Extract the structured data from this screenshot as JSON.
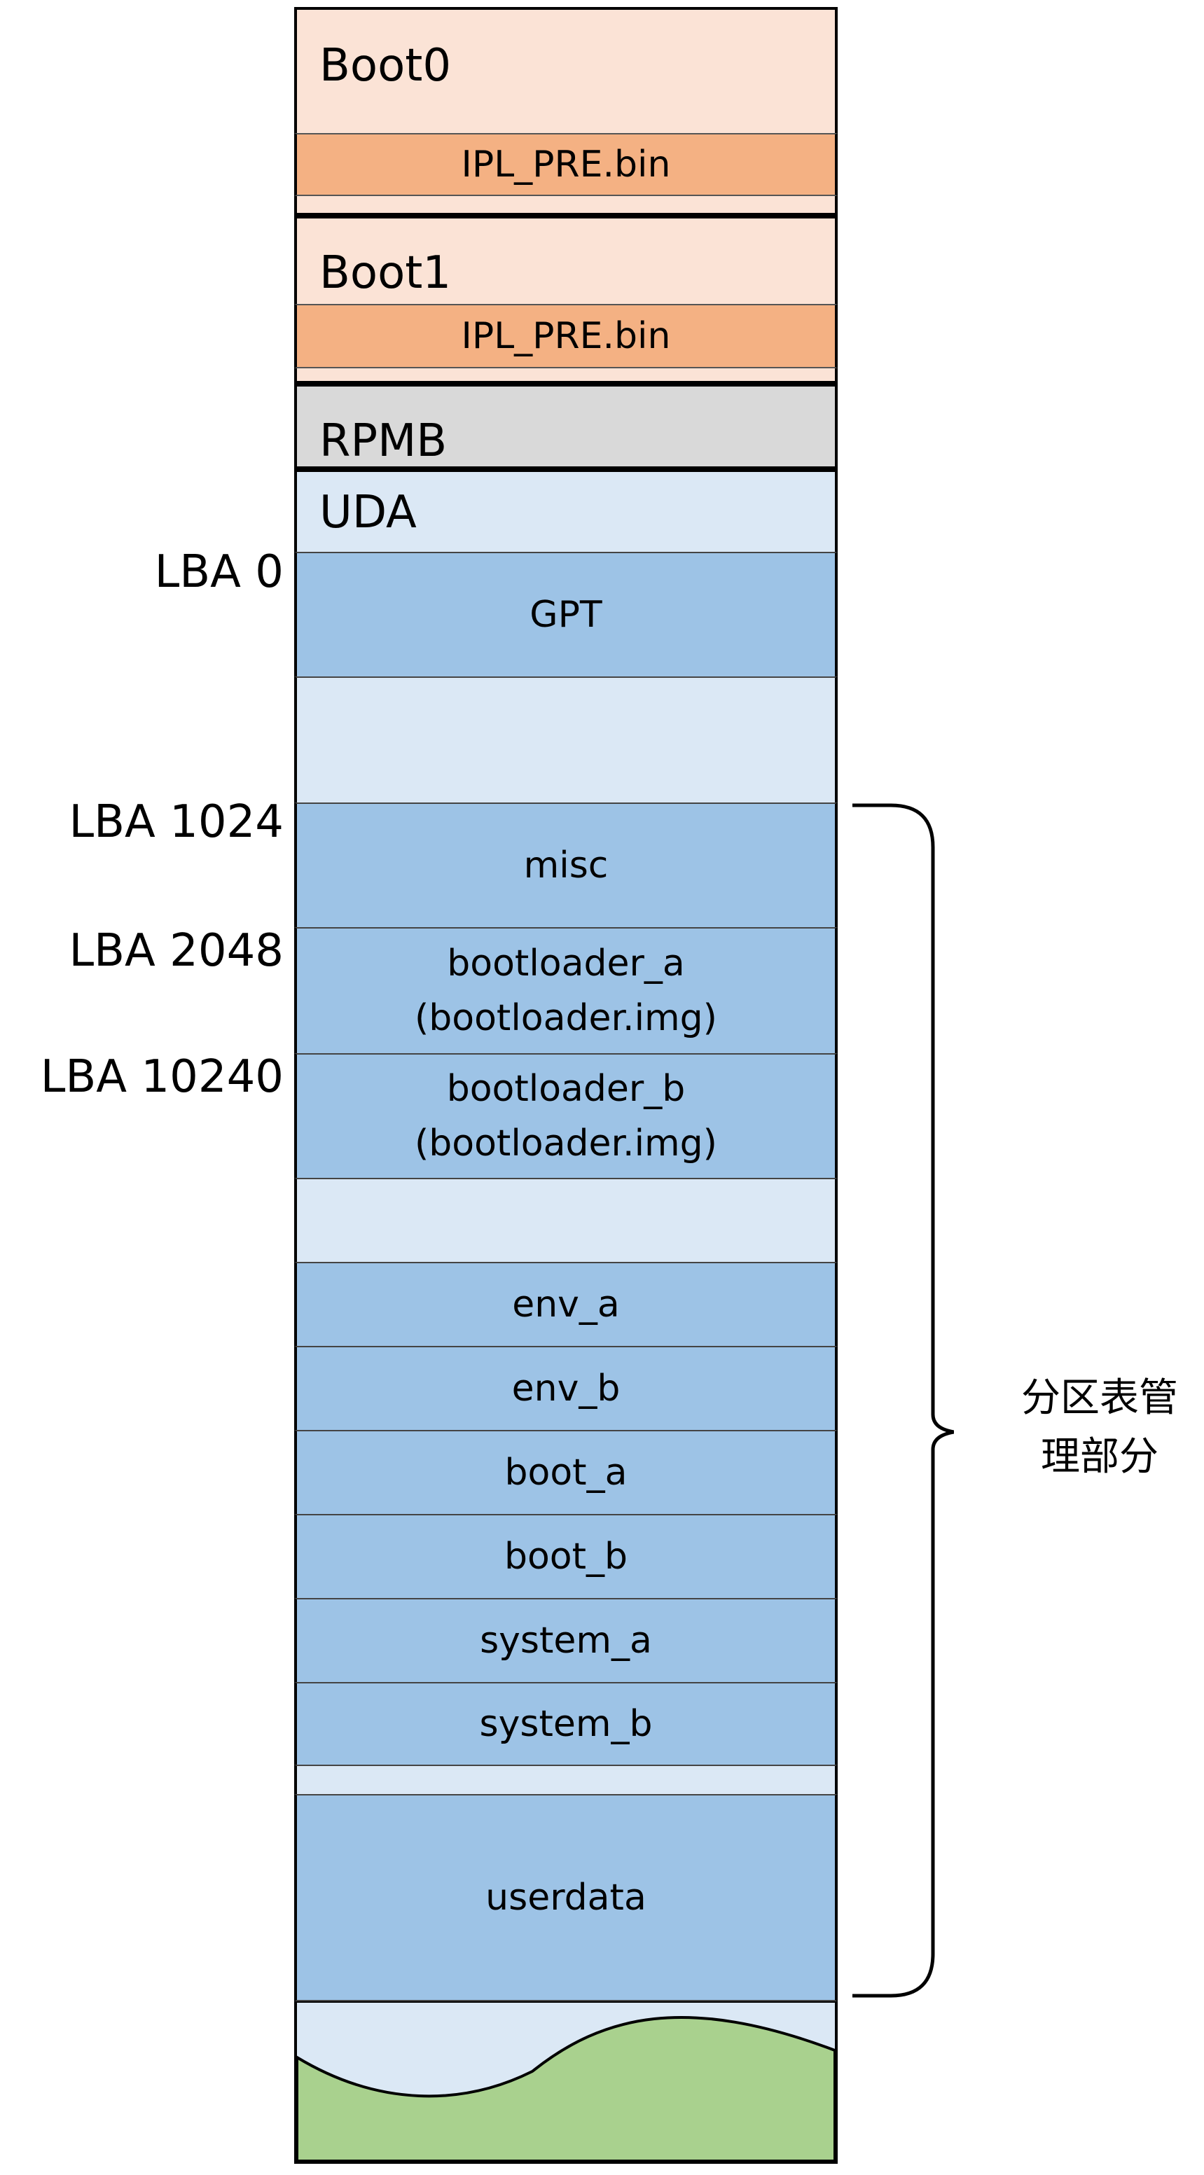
{
  "boot0": {
    "title": "Boot0",
    "ipl": "IPL_PRE.bin"
  },
  "boot1": {
    "title": "Boot1",
    "ipl": "IPL_PRE.bin"
  },
  "rpmb": {
    "title": "RPMB"
  },
  "uda": {
    "title": "UDA"
  },
  "lba_labels": [
    "LBA 0",
    "LBA 1024",
    "LBA 2048",
    "LBA 10240"
  ],
  "partitions": {
    "gpt": "GPT",
    "misc": "misc",
    "bootloader_a_name": "bootloader_a",
    "bootloader_a_img": "(bootloader.img)",
    "bootloader_b_name": "bootloader_b",
    "bootloader_b_img": "(bootloader.img)",
    "env_a": "env_a",
    "env_b": "env_b",
    "boot_a": "boot_a",
    "boot_b": "boot_b",
    "system_a": "system_a",
    "system_b": "system_b",
    "userdata": "userdata"
  },
  "bracket_label_line1": "分区表管",
  "bracket_label_line2": "理部分",
  "colors": {
    "boot_background": "#fbe3d6",
    "ipl_bar": "#f4b183",
    "rpmb": "#d9d9d9",
    "uda_light": "#dbe8f5",
    "partition_blue": "#9dc3e6",
    "bottom_green": "#a9d18e"
  }
}
